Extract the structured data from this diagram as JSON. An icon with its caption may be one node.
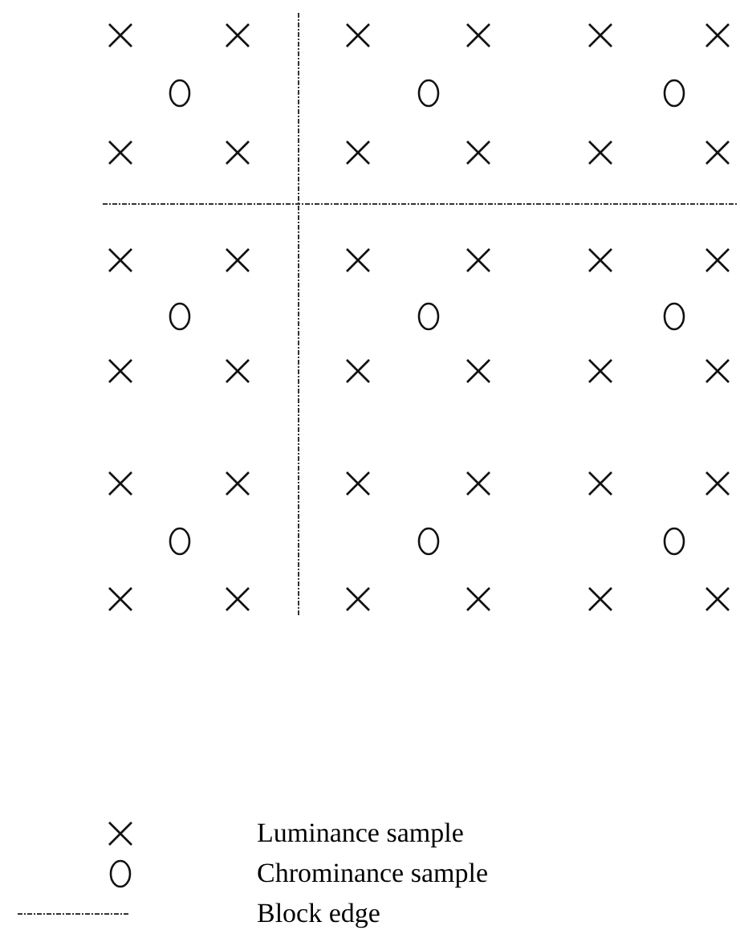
{
  "diagram": {
    "legend": [
      {
        "text": "Luminance sample"
      },
      {
        "text": "Chrominance sample"
      },
      {
        "text": "Block edge"
      }
    ]
  }
}
